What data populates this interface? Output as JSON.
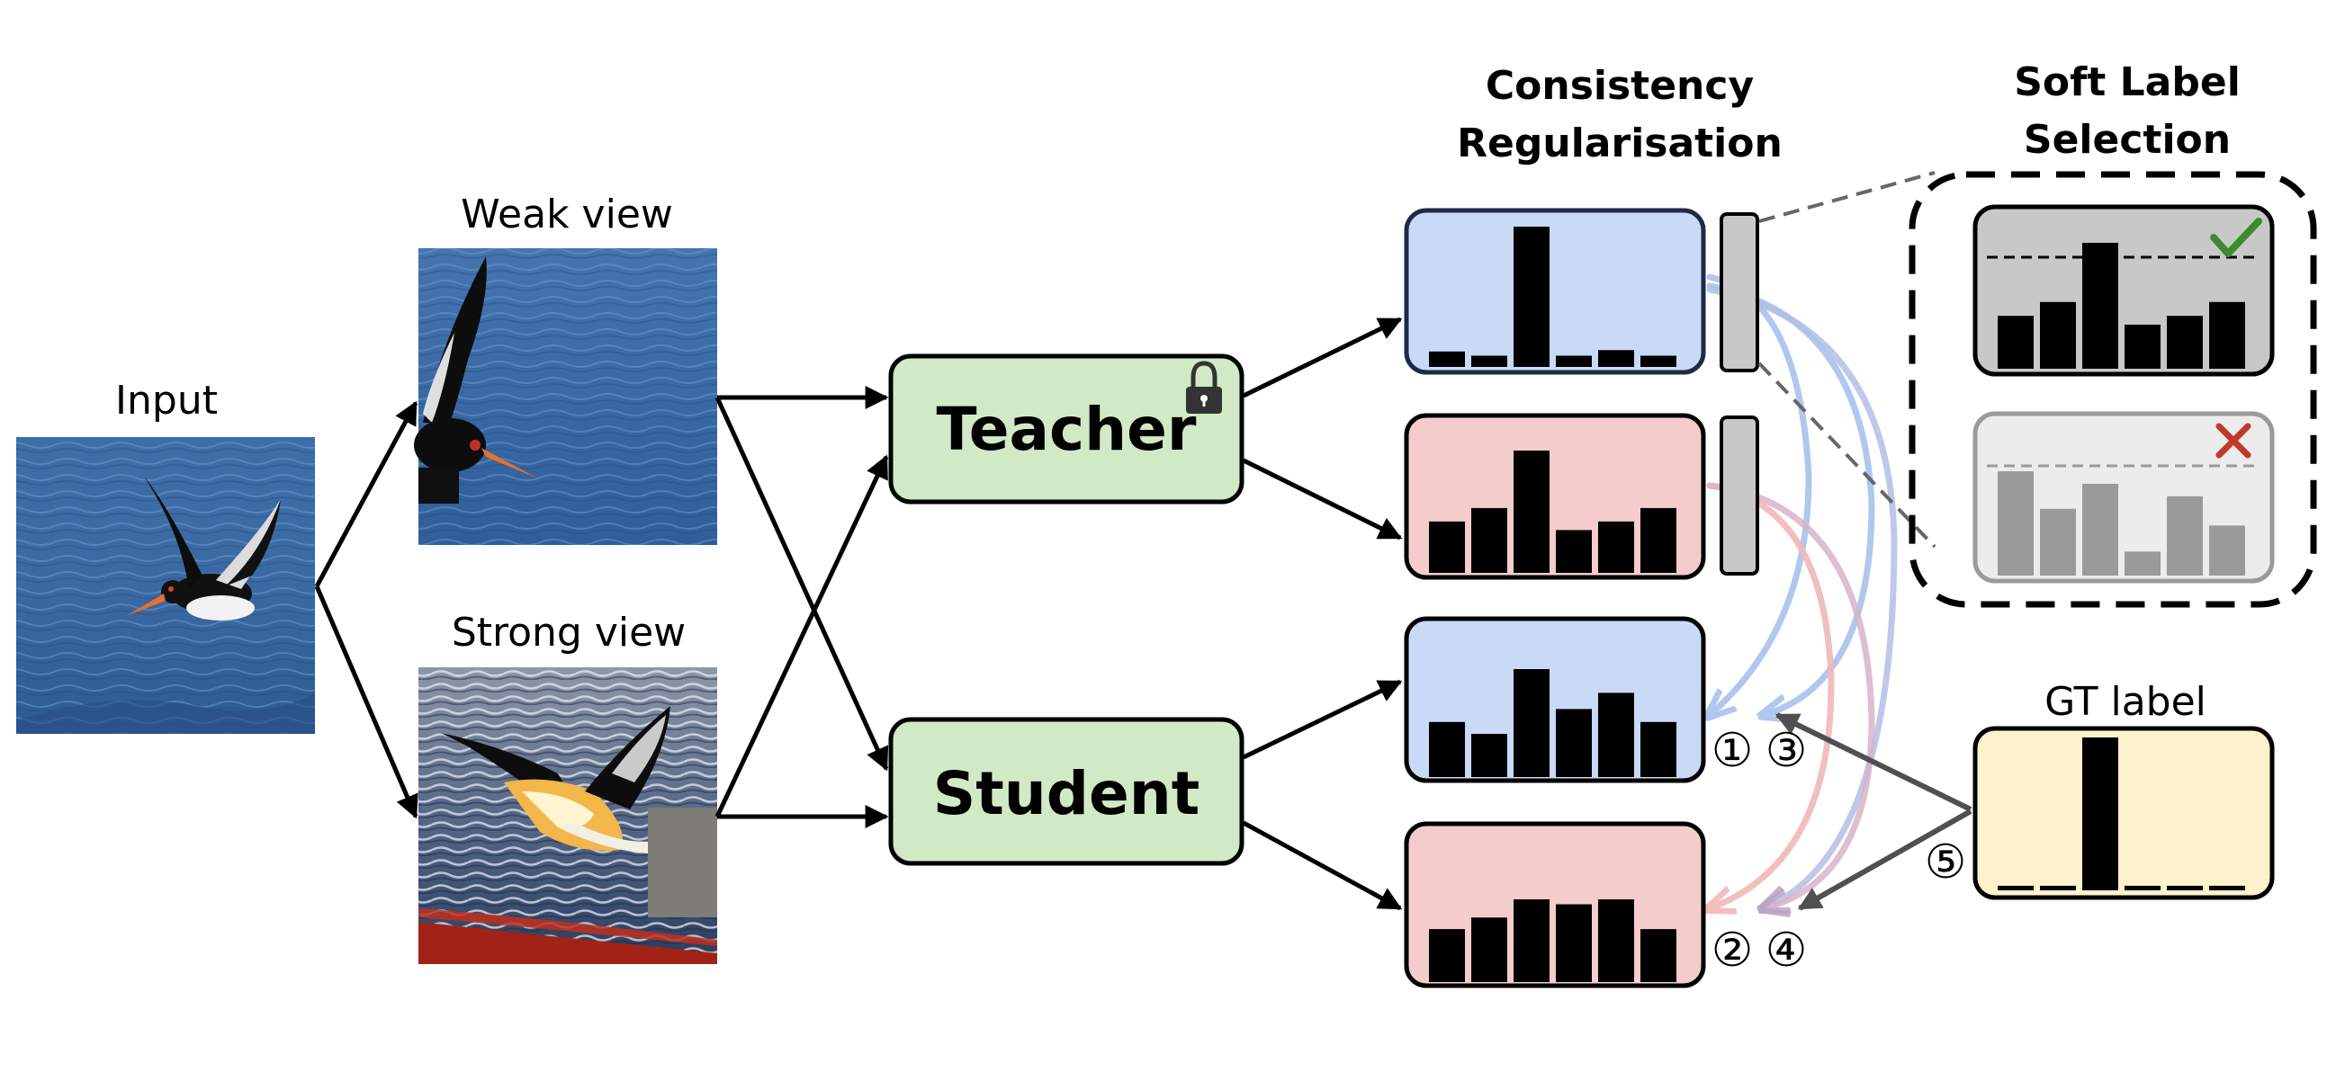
{
  "labels": {
    "input": "Input",
    "weak_view": "Weak view",
    "strong_view": "Strong view",
    "teacher": "Teacher",
    "student": "Student",
    "consistency_line1": "Consistency",
    "consistency_line2": "Regularisation",
    "soft_label_line1": "Soft Label",
    "soft_label_line2": "Selection",
    "gt_label": "GT label"
  },
  "step_markers": {
    "m1": "①",
    "m2": "②",
    "m3": "③",
    "m4": "④",
    "m5": "⑤"
  },
  "colors": {
    "teacher_box": "#d2e9c6",
    "student_box": "#d2e9c6",
    "weak_panel": "#c9daf7",
    "strong_panel": "#f4cccc",
    "gt_panel": "#fdf2cc",
    "selected_panel": "#c8c8c8",
    "rejected_panel": "#ececec",
    "check": "#3d8b2f",
    "cross": "#c0392b",
    "blue_curve": "#a8c2ee",
    "red_curve": "#f1b8b8"
  },
  "icons": {
    "lock": "lock-icon",
    "check": "check-icon",
    "cross": "cross-icon"
  },
  "distributions": {
    "teacher_weak": [
      0.11,
      0.08,
      1.0,
      0.08,
      0.12,
      0.08
    ],
    "teacher_strong": [
      0.42,
      0.53,
      1.0,
      0.35,
      0.42,
      0.53
    ],
    "student_weak": [
      0.51,
      0.4,
      1.0,
      0.63,
      0.78,
      0.51
    ],
    "student_strong": [
      0.64,
      0.78,
      1.0,
      0.94,
      1.0,
      0.64
    ],
    "selected": [
      0.42,
      0.53,
      1.0,
      0.35,
      0.42,
      0.53
    ],
    "rejected": [
      1.0,
      0.64,
      0.88,
      0.23,
      0.76,
      0.48
    ],
    "gt": [
      0.03,
      0.03,
      1.0,
      0.03,
      0.03,
      0.03
    ]
  }
}
